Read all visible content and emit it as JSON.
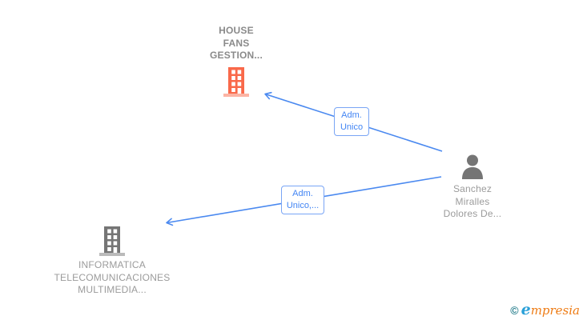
{
  "diagram": {
    "background": "#ffffff",
    "edge_color": "#4a89f0",
    "edge_label_border": "#79a5f5",
    "edge_label_color": "#4285f4",
    "nodes": {
      "company_top": {
        "name_lines": [
          "HOUSE",
          "FANS",
          "GESTION..."
        ],
        "icon": "building-icon",
        "icon_color": "#f9694a",
        "text_color": "#8a8a8a"
      },
      "person": {
        "name_lines": [
          "Sanchez",
          "Miralles",
          "Dolores De..."
        ],
        "icon": "person-icon",
        "icon_color": "#757575",
        "text_color": "#9b9b9b"
      },
      "company_bottom": {
        "name_lines": [
          "INFORMATICA",
          "TELECOMUNICACIONES",
          "MULTIMEDIA..."
        ],
        "icon": "building-icon",
        "icon_color": "#757575",
        "text_color": "#9b9b9b"
      }
    },
    "edges": {
      "to_company_top": {
        "label_lines": [
          "Adm.",
          "Unico"
        ]
      },
      "to_company_bottom": {
        "label_lines": [
          "Adm.",
          "Unico,..."
        ]
      }
    }
  },
  "watermark": {
    "copyright": "©",
    "brand_e": "e",
    "brand_rest": "mpresia",
    "copyright_color": "#2a808f",
    "e_color": "#2aa0d8",
    "rest_color": "#ee7c15"
  }
}
